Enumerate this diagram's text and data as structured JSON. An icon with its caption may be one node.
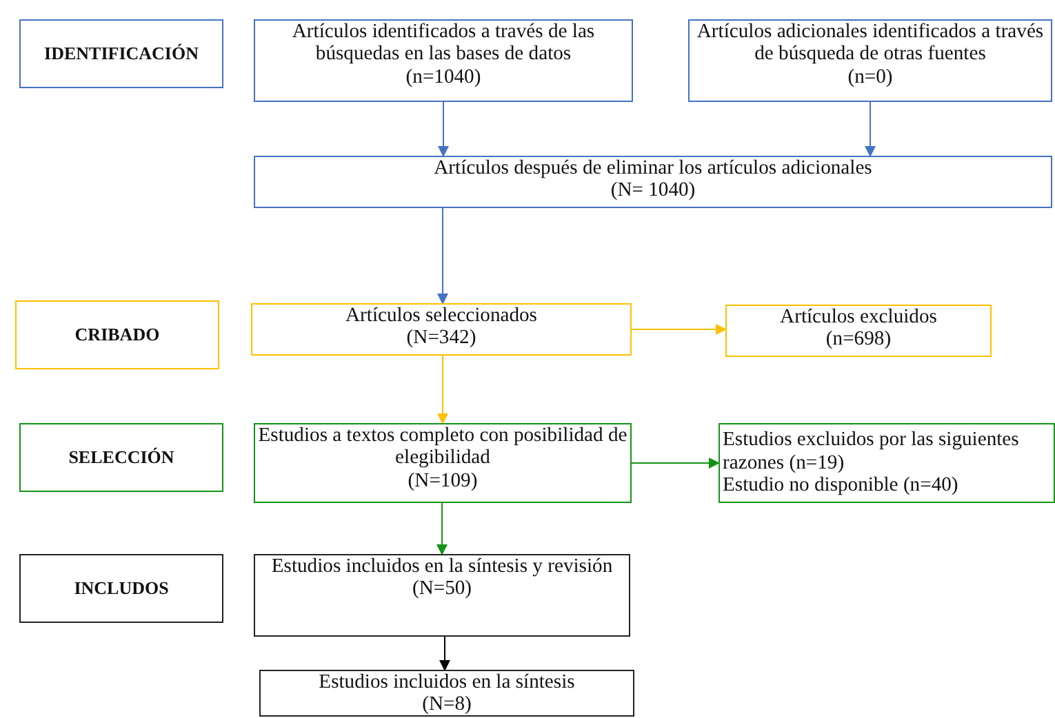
{
  "diagram": {
    "nodes": [
      {
        "text": [
          "IDENTIFICACIÓN"
        ]
      },
      {
        "text": [
          "Artículos identificados a través de las búsquedas en las bases de datos",
          "(n=1040)"
        ]
      },
      {
        "text": [
          "Artículos adicionales identificados a través de búsqueda de otras fuentes",
          "(n=0)"
        ]
      },
      {
        "text": [
          "Artículos después de eliminar los artículos adicionales",
          "(N= 1040)"
        ]
      },
      {
        "text": [
          "CRIBADO"
        ]
      },
      {
        "text": [
          "Artículos seleccionados",
          "(N=342)"
        ]
      },
      {
        "text": [
          "Artículos excluidos",
          "(n=698)"
        ]
      },
      {
        "text": [
          "SELECCIÓN"
        ]
      },
      {
        "text": [
          "Estudios a textos completo con posibilidad de elegibilidad",
          "(N=109)"
        ]
      },
      {
        "text": [
          "Estudios excluidos por las siguientes razones (n=19)",
          "Estudio no disponible (n=40)"
        ]
      },
      {
        "text": [
          "INCLUDOS"
        ]
      },
      {
        "text": [
          "Estudios incluidos en la síntesis y revisión",
          "(N=50)"
        ]
      },
      {
        "text": [
          "Estudios incluidos en la síntesis",
          "(N=8)"
        ]
      }
    ],
    "edges": [
      {
        "from": 1,
        "to": 3,
        "arrow": "to",
        "color": "#4472c4"
      },
      {
        "from": 2,
        "to": 3,
        "arrow": "to",
        "color": "#4472c4"
      },
      {
        "from": 3,
        "to": 5,
        "arrow": "to",
        "color": "#4472c4"
      },
      {
        "from": 5,
        "to": 6,
        "arrow": "to",
        "color": "#ffc000"
      },
      {
        "from": 5,
        "to": 8,
        "arrow": "to",
        "color": "#ffc000"
      },
      {
        "from": 8,
        "to": 9,
        "arrow": "to",
        "color": "#149414"
      },
      {
        "from": 8,
        "to": 11,
        "arrow": "to",
        "color": "#149414"
      },
      {
        "from": 11,
        "to": 12,
        "arrow": "to",
        "color": "#000000"
      }
    ]
  }
}
